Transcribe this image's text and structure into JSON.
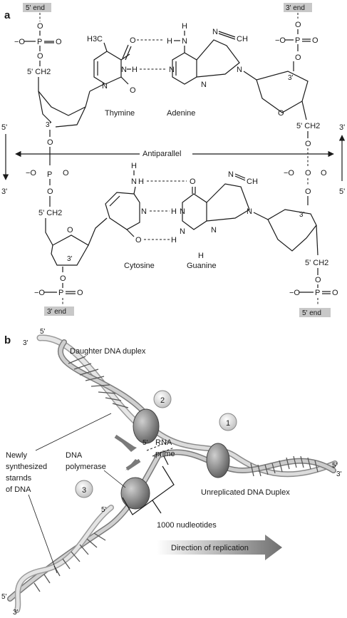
{
  "panel_a": {
    "label": "a",
    "end_tags": {
      "top_left": "5' end",
      "top_right": "3' end",
      "bottom_left": "3' end",
      "bottom_right": "5' end"
    },
    "bases": {
      "thymine": "Thymine",
      "adenine": "Adenine",
      "cytosine": "Cytosine",
      "guanine": "Guanine"
    },
    "antiparallel": "Antiparallel",
    "direction_left": {
      "top": "5'",
      "bottom": "3'"
    },
    "direction_right": {
      "top": "3'",
      "bottom": "5'"
    },
    "atoms": {
      "O": "O",
      "P": "P",
      "C": "C",
      "N": "N",
      "H": "H",
      "O_minus": "−O",
      "H3C": "H3C",
      "CH": "CH",
      "five_prime_CH2": "5' CH2",
      "three_prime": "3'",
      "NH2_H": "H",
      "N_H": "N"
    }
  },
  "panel_b": {
    "label": "b",
    "daughter_duplex": "Daughter DNA duplex",
    "newly_synthesized": [
      "Newly",
      "synthesized",
      "starnds",
      "of DNA"
    ],
    "dna_polymerase": [
      "DNA",
      "polymerase"
    ],
    "rna_primer": [
      "RNA",
      "prime"
    ],
    "unreplicated": "Unreplicated DNA Duplex",
    "nucleotides": "1000 nudleotides",
    "direction": "Direction of replication",
    "steps": [
      "1",
      "2",
      "3"
    ],
    "ends": {
      "top_five": "5'",
      "top_three": "3'",
      "right_five": "5'",
      "right_three": "3'",
      "bottom_five": "5'",
      "bottom_three": "3'",
      "primer_five": "5'",
      "poly_five": "5'"
    }
  },
  "colors": {
    "tag_gray": "#c8c8c8",
    "enzyme": "#8a8a8a",
    "arrow_gray": "#7a7a7a",
    "strand_light": "#d9d9d9"
  }
}
